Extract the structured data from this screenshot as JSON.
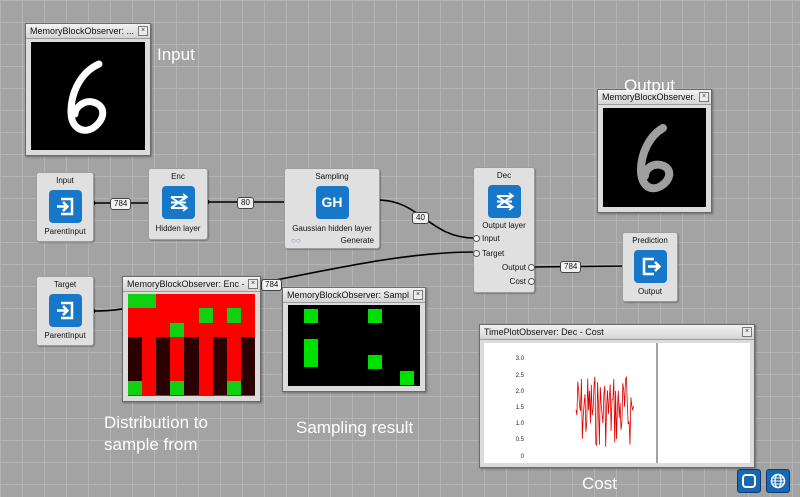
{
  "windows": {
    "input_observer": {
      "title": "MemoryBlockObserver: ..."
    },
    "output_observer": {
      "title": "MemoryBlockObserver..."
    },
    "enc_observer": {
      "title": "MemoryBlockObserver: Enc - ..."
    },
    "sampling_observer": {
      "title": "MemoryBlockObserver: Sampli..."
    },
    "cost_observer": {
      "title": "TimePlotObserver: Dec - Cost",
      "y_ticks": [
        "3.0",
        "2.5",
        "2.0",
        "1.5",
        "1.0",
        "0.5",
        "0"
      ]
    }
  },
  "nodes": {
    "input": {
      "title": "Input",
      "label": "ParentInput"
    },
    "target": {
      "title": "Target",
      "label": "ParentInput"
    },
    "enc": {
      "title": "Enc",
      "label": "Hidden layer"
    },
    "sampling": {
      "title": "Sampling",
      "icon_text": "GH",
      "label": "Gaussian hidden layer",
      "footer": "Generate"
    },
    "dec": {
      "title": "Dec",
      "label": "Output layer",
      "ports_in": [
        "Input",
        "Target"
      ],
      "ports_out": [
        "Output",
        "Cost"
      ]
    },
    "prediction": {
      "title": "Prediction",
      "label": "Output"
    }
  },
  "edges": {
    "input_enc": "784",
    "enc_sampling": "80",
    "sampling_dec": "40",
    "target_dec": "784",
    "dec_prediction": "784"
  },
  "captions": {
    "input": "Input",
    "output": "Output",
    "distribution_1": "Distribution to",
    "distribution_2": "sample from",
    "sampling": "Sampling result",
    "cost": "Cost"
  },
  "colors": {
    "node_icon": "#1778c9",
    "enc_red": "#ff0000",
    "sample_green": "#00ff00",
    "cost_line": "#e00000"
  }
}
